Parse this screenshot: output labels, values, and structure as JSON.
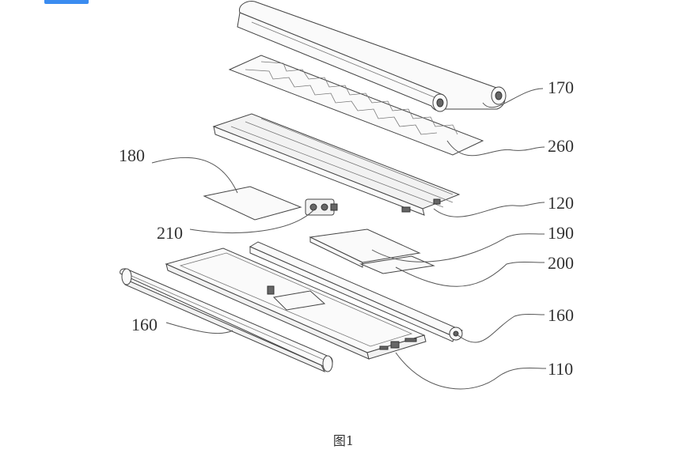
{
  "figure": {
    "caption": "图1",
    "labels": {
      "l170": "170",
      "l260": "260",
      "l180": "180",
      "l120": "120",
      "l210": "210",
      "l190": "190",
      "l200": "200",
      "l160_left": "160",
      "l160_right": "160",
      "l110": "110"
    }
  },
  "colors": {
    "accent_bar": "#3b8cf0",
    "line": "#444444"
  }
}
